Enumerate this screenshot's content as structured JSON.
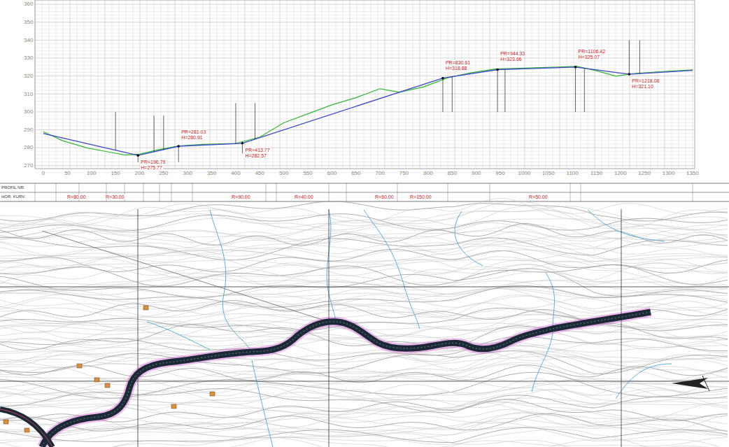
{
  "diagram": {
    "labels": [
      "360",
      "350",
      "340",
      "330",
      "320",
      "310",
      "300",
      "290",
      "280",
      "270",
      "0",
      "50",
      "100",
      "150",
      "200",
      "250",
      "300",
      "350",
      "400",
      "450",
      "500",
      "550",
      "600",
      "650",
      "700",
      "750",
      "800",
      "850",
      "900",
      "950",
      "1000",
      "1050",
      "1100",
      "1150",
      "1200",
      "1250",
      "1300",
      "1350",
      "PR=196.79",
      "H=275.77",
      "PR=281.03",
      "H=280.91",
      "PR=413.77",
      "H=282.57",
      "PR=830.61",
      "H=318.88",
      "PR=944.33",
      "H=323.66",
      "PR=1106.42",
      "H=325.07",
      "PR=1218.08",
      "H=321.10",
      "PROFIL NR.",
      "HOR. KURV.",
      "R=80.00",
      "R=30.00",
      "R=90.00",
      "R=40.00",
      "R=60.00",
      "R=150.00",
      "R=50.00"
    ]
  }
}
